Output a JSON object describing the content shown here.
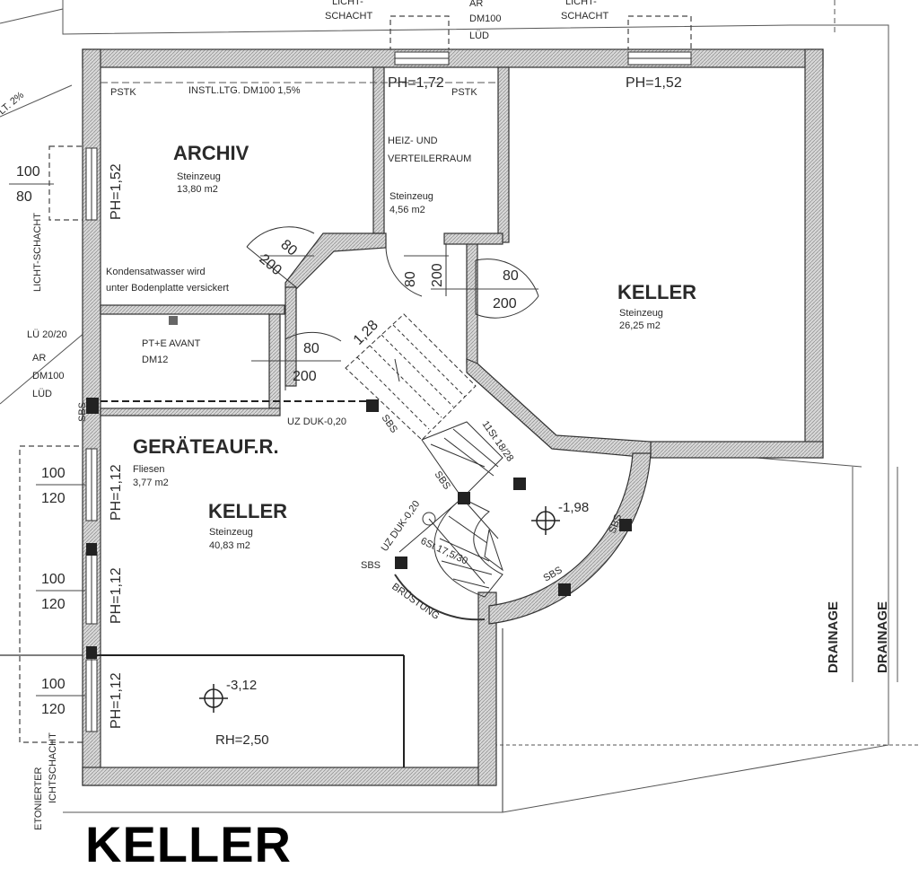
{
  "title": "KELLER",
  "rooms": {
    "archiv": {
      "name": "ARCHIV",
      "floor": "Steinzeug",
      "area": "13,80 m2"
    },
    "heiz": {
      "name_1": "HEIZ-  UND",
      "name_2": "VERTEILERRAUM",
      "floor": "Steinzeug",
      "area": "4,56 m2"
    },
    "keller_right": {
      "name": "KELLER",
      "floor": "Steinzeug",
      "area": "26,25 m2"
    },
    "geraete": {
      "name": "GERÄTEAUF.R.",
      "floor": "Fliesen",
      "area": "3,77 m2"
    },
    "keller_main": {
      "name": "KELLER",
      "floor": "Steinzeug",
      "area": "40,83 m2"
    },
    "ptavant": {
      "name_1": "PT+E AVANT",
      "name_2": "DM12"
    }
  },
  "notes": {
    "kondens_1": "Kondensatwasser wird",
    "kondens_2": "unter Bodenplatte versickert",
    "instl": "INSTL.LTG. DM100 1,5%",
    "pstk_1": "PSTK",
    "pstk_2": "PSTK",
    "licht_1": "LICHT-",
    "licht_2": "SCHACHT",
    "licht_3": "LICHT-",
    "licht_4": "SCHACHT",
    "ar_1": "AR",
    "dm_1": "DM100",
    "lud_1": "LÜD",
    "lichtschacht_left": "LICHT-SCHACHT",
    "lu_left": "LÜ 20/20",
    "ar_left": "AR",
    "dm_left": "DM100",
    "lud_left": "LÜD",
    "betoniert_1": "ETONIERTER",
    "betoniert_2": "ICHTSCHACHT",
    "drainage_1": "DRAINAGE",
    "drainage_2": "DRAINAGE",
    "slope": "LT. 2%",
    "uz_1": "UZ DUK-0,20",
    "uz_2": "UZ DUK-0,20",
    "stair_1": "11St 18/28",
    "stair_2": "6St 17,5/30",
    "bruestung": "BRÜSTUNG",
    "sbs": "SBS",
    "rh": "RH=2,50"
  },
  "parapets": {
    "ph_172": "PH=1,72",
    "ph_152_top": "PH=1,52",
    "ph_152_left": "PH=1,52",
    "ph_112_a": "PH=1,12",
    "ph_112_b": "PH=1,12",
    "ph_112_c": "PH=1,12"
  },
  "dimensions": {
    "w100": "100",
    "h80": "80",
    "w80": "80",
    "h200": "200",
    "w120": "120",
    "stair_w": "1,28"
  },
  "levels": {
    "main": "-3,12",
    "round": "-1,98"
  }
}
